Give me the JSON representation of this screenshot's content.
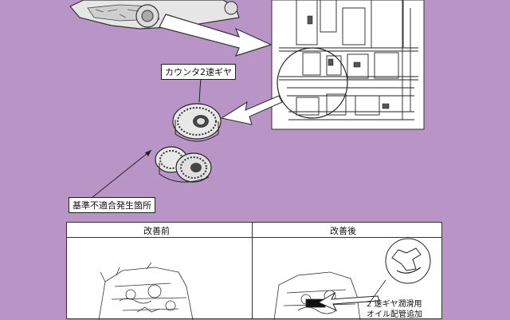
{
  "labels": {
    "counter_gear": "カウンタ2速ギヤ",
    "defect_location": "基準不適合発生箇所",
    "before": "改善前",
    "after": "改善後",
    "improvement_note_line1": "2 速ギヤ潤滑用",
    "improvement_note_line2": "オイル配管追加"
  },
  "colors": {
    "background": "#b895c6",
    "panel": "#ffffff",
    "line": "#222222"
  }
}
